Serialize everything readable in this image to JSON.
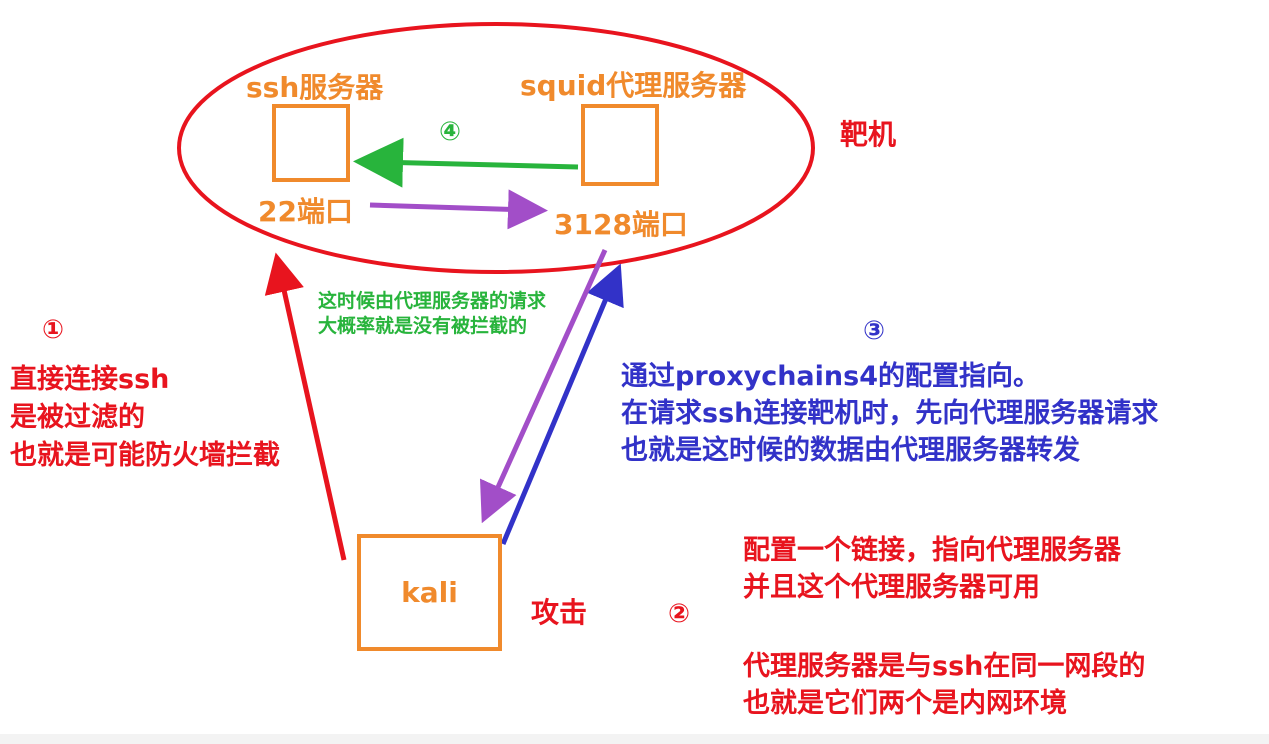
{
  "target": {
    "ssh_title": "ssh服务器",
    "squid_title": "squid代理服务器",
    "ssh_port": "22端口",
    "squid_port": "3128端口",
    "step4_marker": "④",
    "label": "靶机"
  },
  "attacker": {
    "box_label": "kali",
    "label": "攻击"
  },
  "notes": {
    "green_note": [
      "这时候由代理服务器的请求",
      "大概率就是没有被拦截的"
    ],
    "step1_marker": "①",
    "step1_lines": [
      "直接连接ssh",
      "是被过滤的",
      "也就是可能防火墙拦截"
    ],
    "step3_marker": "③",
    "step3_lines": [
      "通过proxychains4的配置指向。",
      "在请求ssh连接靶机时，先向代理服务器请求",
      "也就是这时候的数据由代理服务器转发"
    ],
    "step2_marker": "②",
    "step2_lines_a": [
      "配置一个链接，指向代理服务器",
      "并且这个代理服务器可用"
    ],
    "step2_lines_b": [
      "代理服务器是与ssh在同一网段的",
      "也就是它们两个是内网环境"
    ]
  },
  "colors": {
    "orange": "#f08a2c",
    "red": "#e8141e",
    "blue": "#3232c8",
    "green": "#28b43c",
    "purple": "#a24ec8"
  }
}
